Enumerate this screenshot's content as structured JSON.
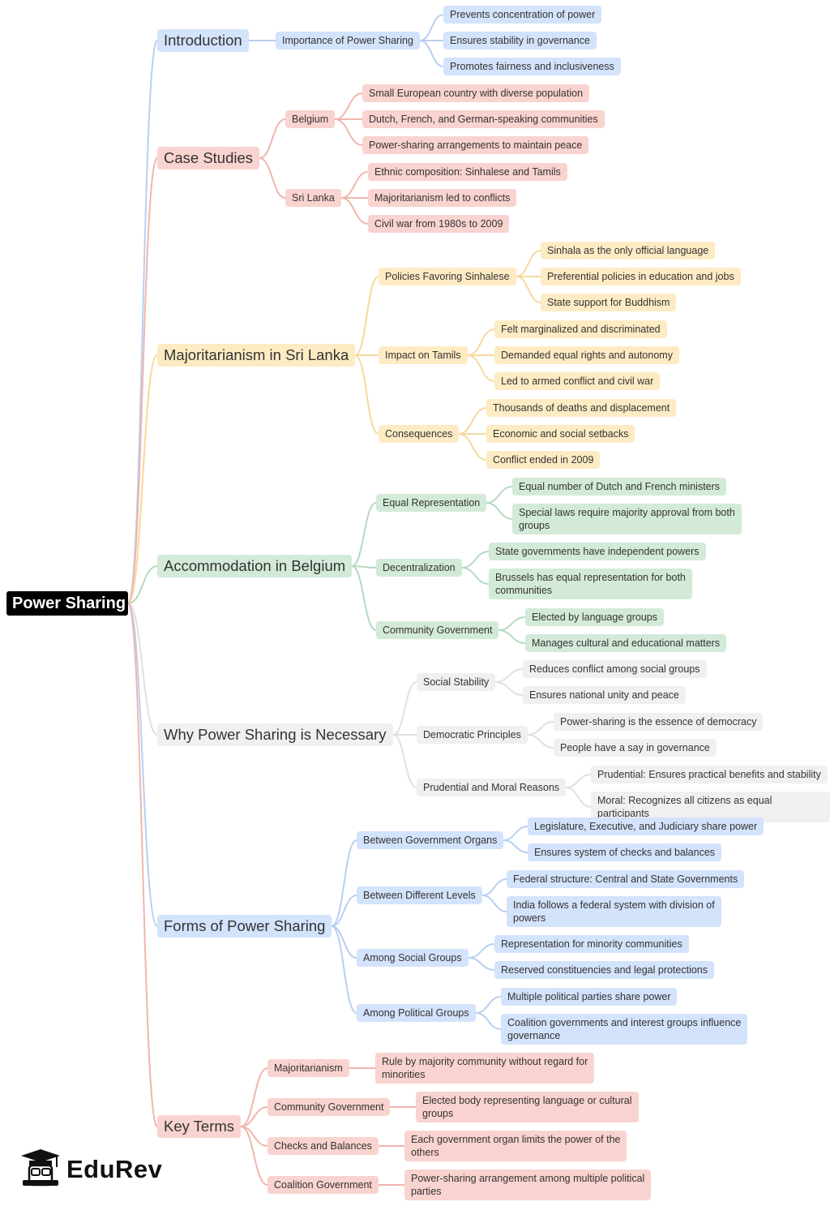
{
  "root": "Power Sharing",
  "brand": "EduRev",
  "colors": {
    "blue": {
      "fill": "#d3e3fb",
      "line": "#b8cff0"
    },
    "red": {
      "fill": "#f9d3cf",
      "line": "#f0b6ae"
    },
    "yellow": {
      "fill": "#fdebc4",
      "line": "#f6d99d"
    },
    "green": {
      "fill": "#d3ead9",
      "line": "#b5d9bf"
    },
    "grey": {
      "fill": "#f0f0f0",
      "line": "#e0e0e0"
    }
  },
  "branches": [
    {
      "label": "Introduction",
      "color": "blue",
      "children": [
        {
          "label": "Importance of Power Sharing",
          "children": [
            "Prevents concentration of power",
            "Ensures stability in governance",
            "Promotes fairness and inclusiveness"
          ]
        }
      ]
    },
    {
      "label": "Case Studies",
      "color": "red",
      "children": [
        {
          "label": "Belgium",
          "children": [
            "Small European country with diverse population",
            "Dutch, French, and German-speaking communities",
            "Power-sharing arrangements to maintain peace"
          ]
        },
        {
          "label": "Sri Lanka",
          "children": [
            "Ethnic composition: Sinhalese and Tamils",
            "Majoritarianism led to conflicts",
            "Civil war from 1980s to 2009"
          ]
        }
      ]
    },
    {
      "label": "Majoritarianism in Sri Lanka",
      "color": "yellow",
      "children": [
        {
          "label": "Policies Favoring Sinhalese",
          "children": [
            "Sinhala as the only official language",
            "Preferential policies in education and jobs",
            "State support for Buddhism"
          ]
        },
        {
          "label": "Impact on Tamils",
          "children": [
            "Felt marginalized and discriminated",
            "Demanded equal rights and autonomy",
            "Led to armed conflict and civil war"
          ]
        },
        {
          "label": "Consequences",
          "children": [
            "Thousands of deaths and displacement",
            "Economic and social setbacks",
            "Conflict ended in 2009"
          ]
        }
      ]
    },
    {
      "label": "Accommodation in Belgium",
      "color": "green",
      "children": [
        {
          "label": "Equal Representation",
          "children": [
            "Equal number of Dutch and French ministers",
            "Special laws require majority approval from both\ngroups"
          ]
        },
        {
          "label": "Decentralization",
          "children": [
            "State governments have independent powers",
            "Brussels has equal representation for both\ncommunities"
          ]
        },
        {
          "label": "Community Government",
          "children": [
            "Elected by language groups",
            "Manages cultural and educational matters"
          ]
        }
      ]
    },
    {
      "label": "Why Power Sharing is Necessary",
      "color": "grey",
      "children": [
        {
          "label": "Social Stability",
          "children": [
            "Reduces conflict among social groups",
            "Ensures national unity and peace"
          ]
        },
        {
          "label": "Democratic Principles",
          "children": [
            "Power-sharing is the essence of democracy",
            "People have a say in governance"
          ]
        },
        {
          "label": "Prudential and Moral Reasons",
          "children": [
            "Prudential: Ensures practical benefits and stability",
            "Moral: Recognizes all citizens as equal participants"
          ]
        }
      ]
    },
    {
      "label": "Forms of Power Sharing",
      "color": "blue",
      "children": [
        {
          "label": "Between Government Organs",
          "children": [
            "Legislature, Executive, and Judiciary share power",
            "Ensures system of checks and balances"
          ]
        },
        {
          "label": "Between Different Levels",
          "children": [
            "Federal structure: Central and State Governments",
            "India follows a federal system with division of\npowers"
          ]
        },
        {
          "label": "Among Social Groups",
          "children": [
            "Representation for minority communities",
            "Reserved constituencies and legal protections"
          ]
        },
        {
          "label": "Among Political Groups",
          "children": [
            "Multiple political parties share power",
            "Coalition governments and interest groups influence\ngovernance"
          ]
        }
      ]
    },
    {
      "label": "Key Terms",
      "color": "red",
      "children": [
        {
          "label": "Majoritarianism",
          "children": [
            "Rule by majority community without regard for\nminorities"
          ]
        },
        {
          "label": "Community Government",
          "children": [
            "Elected body representing language or cultural\ngroups"
          ]
        },
        {
          "label": "Checks and Balances",
          "children": [
            "Each government organ limits the power of the\nothers"
          ]
        },
        {
          "label": "Coalition Government",
          "children": [
            "Power-sharing arrangement among multiple political\nparties"
          ]
        }
      ]
    }
  ]
}
